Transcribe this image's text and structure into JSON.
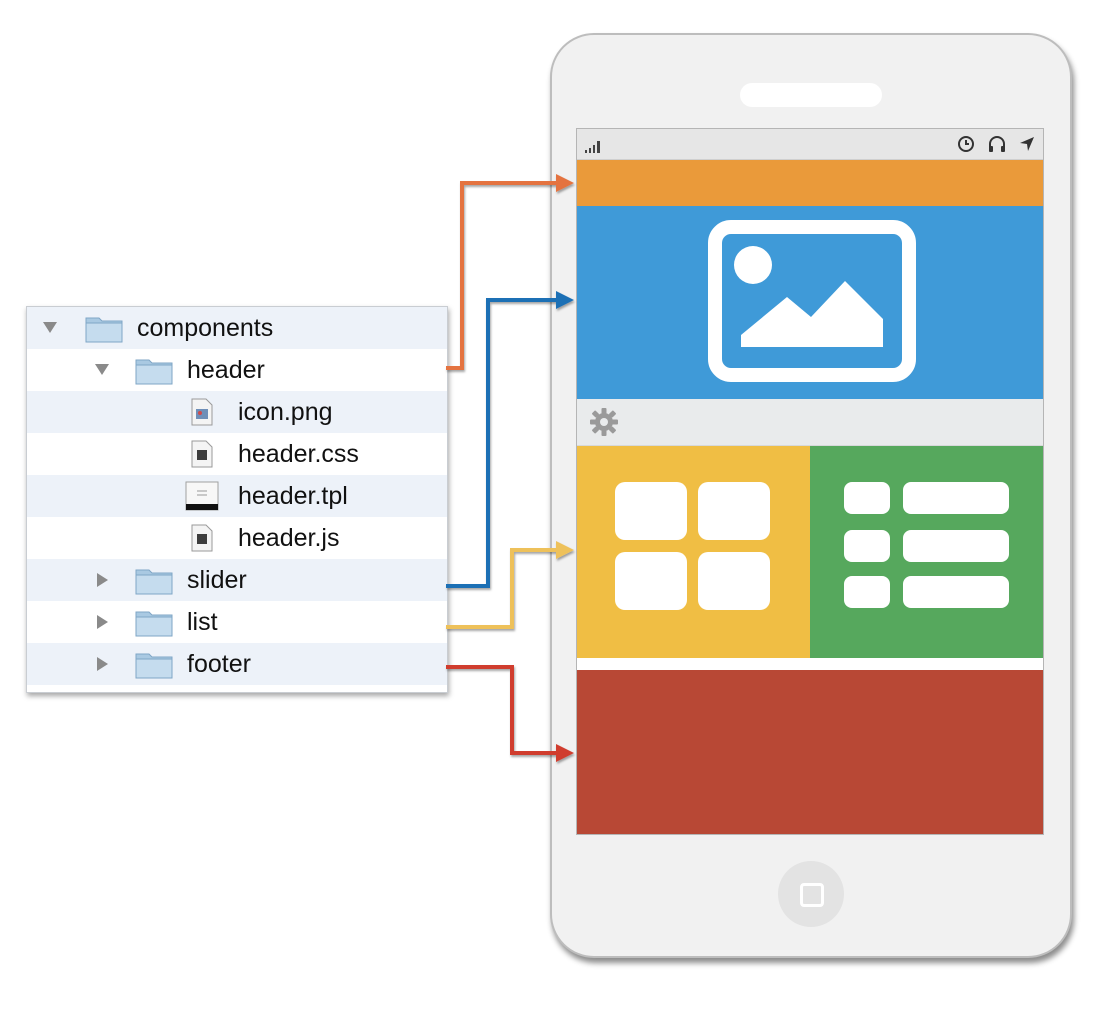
{
  "tree": {
    "items": [
      {
        "label": "components",
        "kind": "folder",
        "expanded": true,
        "depth": 0
      },
      {
        "label": "header",
        "kind": "folder",
        "expanded": true,
        "depth": 1
      },
      {
        "label": "icon.png",
        "kind": "file",
        "icon": "image-file-icon",
        "depth": 2
      },
      {
        "label": "header.css",
        "kind": "file",
        "icon": "document-file-icon",
        "depth": 2
      },
      {
        "label": "header.tpl",
        "kind": "file",
        "icon": "template-file-icon",
        "depth": 2
      },
      {
        "label": "header.js",
        "kind": "file",
        "icon": "document-file-icon",
        "depth": 2
      },
      {
        "label": "slider",
        "kind": "folder",
        "expanded": false,
        "depth": 1
      },
      {
        "label": "list",
        "kind": "folder",
        "expanded": false,
        "depth": 1
      },
      {
        "label": "footer",
        "kind": "folder",
        "expanded": false,
        "depth": 1
      }
    ]
  },
  "colors": {
    "header": "#ea9a3a",
    "slider": "#3f9ad8",
    "grid": "#f0be44",
    "list": "#56a85d",
    "footer": "#b84835",
    "arrow_header": "#e4733f",
    "arrow_slider": "#1f6fb5",
    "arrow_list": "#eec15a",
    "arrow_footer": "#d03c2d"
  },
  "connections": [
    {
      "from": "header",
      "to": "header-bar"
    },
    {
      "from": "slider",
      "to": "slider-area"
    },
    {
      "from": "list",
      "to": "grid-tile"
    },
    {
      "from": "footer",
      "to": "footer-area"
    }
  ],
  "icons": [
    "signal-icon",
    "clock-icon",
    "headphones-icon",
    "location-arrow-icon",
    "image-icon",
    "gear-icon",
    "grid-icon",
    "list-icon",
    "home-button-icon"
  ]
}
